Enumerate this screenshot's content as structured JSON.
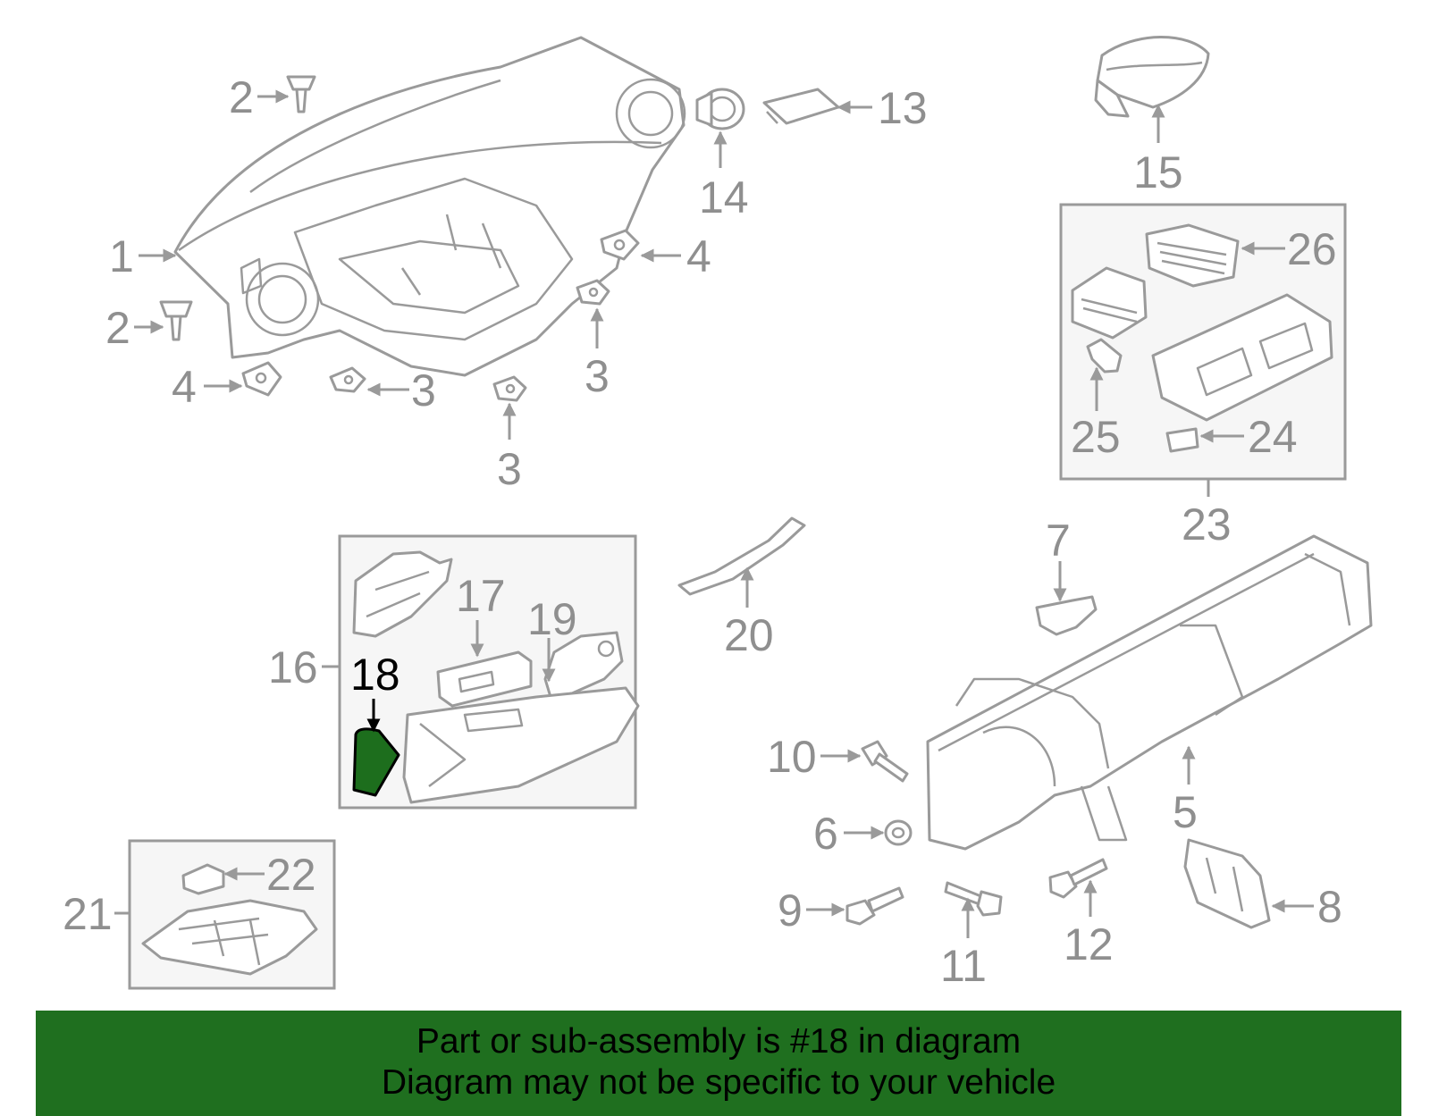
{
  "callouts": {
    "c1": "1",
    "c2a": "2",
    "c2b": "2",
    "c3a": "3",
    "c3b": "3",
    "c3c": "3",
    "c4a": "4",
    "c4b": "4",
    "c5": "5",
    "c6": "6",
    "c7": "7",
    "c8": "8",
    "c9": "9",
    "c10": "10",
    "c11": "11",
    "c12": "12",
    "c13": "13",
    "c14": "14",
    "c15": "15",
    "c16": "16",
    "c17": "17",
    "c18": "18",
    "c19": "19",
    "c20": "20",
    "c21": "21",
    "c22": "22",
    "c23": "23",
    "c24": "24",
    "c25": "25",
    "c26": "26"
  },
  "highlight": {
    "callout": "18",
    "color": "#1d6e1d"
  },
  "banner": {
    "line1": "Part or sub-assembly is #18 in diagram",
    "line2": "Diagram may not be specific to your vehicle",
    "background": "#1f6f1f"
  }
}
